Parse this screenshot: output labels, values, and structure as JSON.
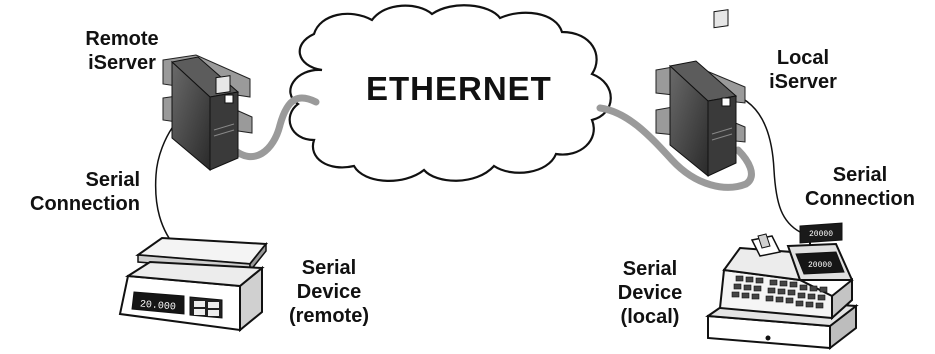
{
  "network": {
    "label": "ETHERNET"
  },
  "remote_server": {
    "line1": "Remote",
    "line2": "iServer"
  },
  "local_server": {
    "line1": "Local",
    "line2": "iServer"
  },
  "serial_connection_left": {
    "line1": "Serial",
    "line2": "Connection"
  },
  "serial_connection_right": {
    "line1": "Serial",
    "line2": "Connection"
  },
  "remote_device": {
    "line1": "Serial",
    "line2": "Device",
    "line3": "(remote)",
    "display": "20.000"
  },
  "local_device": {
    "line1": "Serial",
    "line2": "Device",
    "line3": "(local)",
    "display_top": "20000",
    "display_main": "20000"
  }
}
